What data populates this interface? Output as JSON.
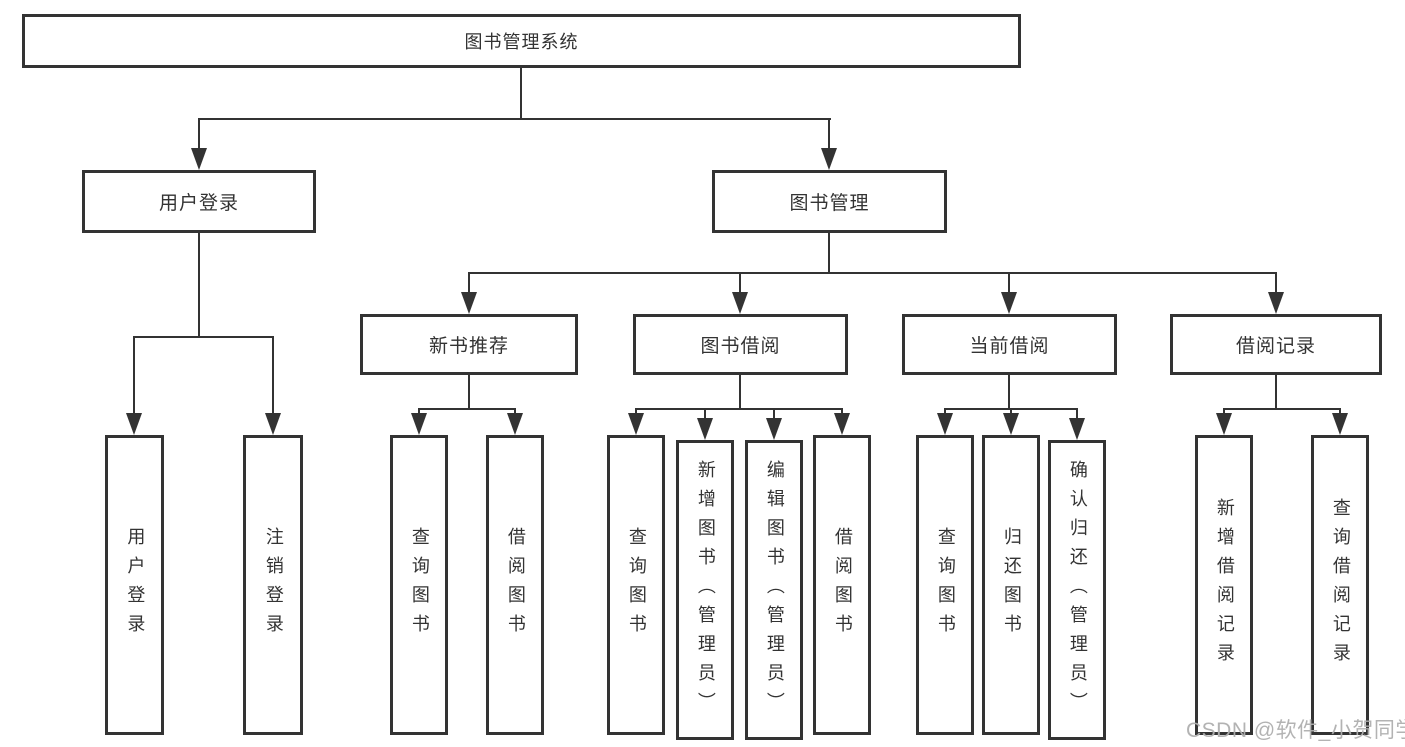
{
  "diagram": {
    "title": "图书管理系统",
    "type": "hierarchy",
    "colors": {
      "line": "#333333",
      "text": "#333333",
      "background": "#ffffff",
      "watermark": "#afafaf"
    },
    "watermark": "CSDN @软件_小贺同学",
    "tree": {
      "label": "图书管理系统",
      "children": [
        {
          "label": "用户登录",
          "children": [
            {
              "label": "用户登录"
            },
            {
              "label": "注销登录"
            }
          ]
        },
        {
          "label": "图书管理",
          "children": [
            {
              "label": "新书推荐",
              "children": [
                {
                  "label": "查询图书"
                },
                {
                  "label": "借阅图书"
                }
              ]
            },
            {
              "label": "图书借阅",
              "children": [
                {
                  "label": "查询图书"
                },
                {
                  "label": "新增图书（管理员）"
                },
                {
                  "label": "编辑图书（管理员）"
                },
                {
                  "label": "借阅图书"
                }
              ]
            },
            {
              "label": "当前借阅",
              "children": [
                {
                  "label": "查询图书"
                },
                {
                  "label": "归还图书"
                },
                {
                  "label": "确认归还（管理员）"
                }
              ]
            },
            {
              "label": "借阅记录",
              "children": [
                {
                  "label": "新增借阅记录"
                },
                {
                  "label": "查询借阅记录"
                }
              ]
            }
          ]
        }
      ]
    }
  }
}
